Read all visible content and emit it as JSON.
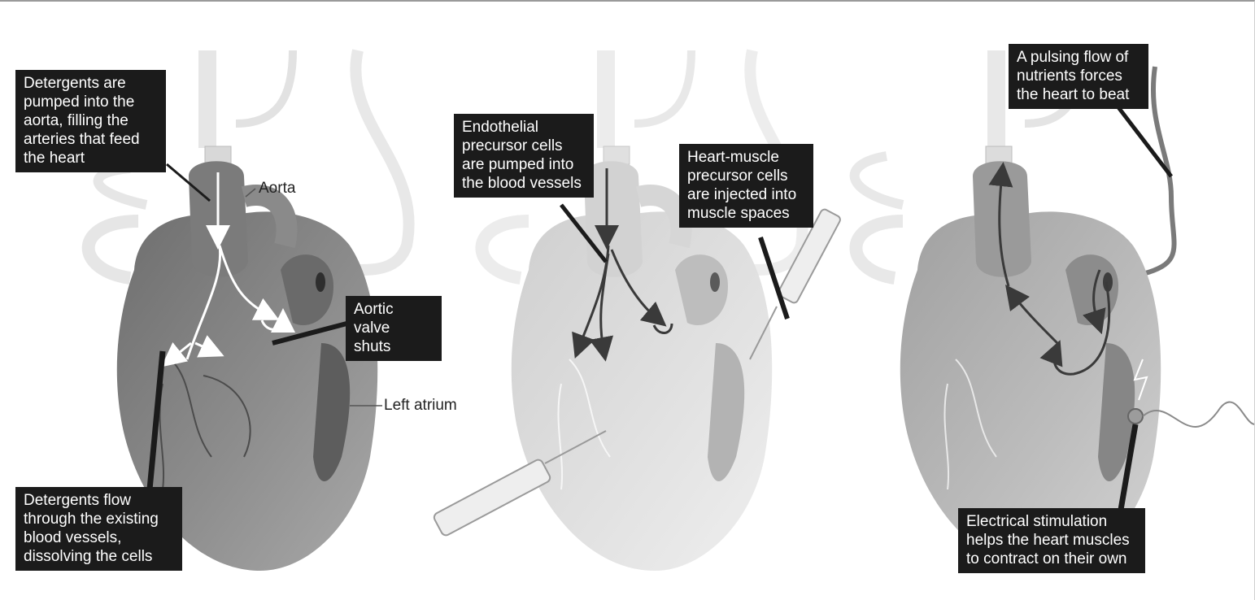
{
  "labels": {
    "aorta": "Aorta",
    "left_atrium": "Left atrium",
    "aortic_valve": "Aortic valve\nshuts"
  },
  "callouts": {
    "detergents_pumped": "Detergents are\npumped into the\naorta, filling the\narteries that feed\nthe heart",
    "detergents_flow": "Detergents flow\nthrough the existing\nblood vessels,\ndissolving the cells",
    "endothelial": "Endothelial\nprecursor cells\nare pumped into\nthe blood vessels",
    "heart_muscle": "Heart-muscle\nprecursor cells\nare injected into\nmuscle spaces",
    "pulsing_flow": "A pulsing flow of\nnutrients forces\nthe heart to beat",
    "electrical": "Electrical stimulation\nhelps the heart muscles\nto contract on their own"
  },
  "colors": {
    "callout_bg": "#1b1b1b",
    "callout_text": "#ffffff",
    "heart_dark": "#8a8a8a",
    "heart_light": "#e4e4e4",
    "tube": "#ececec"
  },
  "icons": [
    "heart-illustration",
    "syringe-icon",
    "electrode-icon",
    "arrow-icon"
  ]
}
